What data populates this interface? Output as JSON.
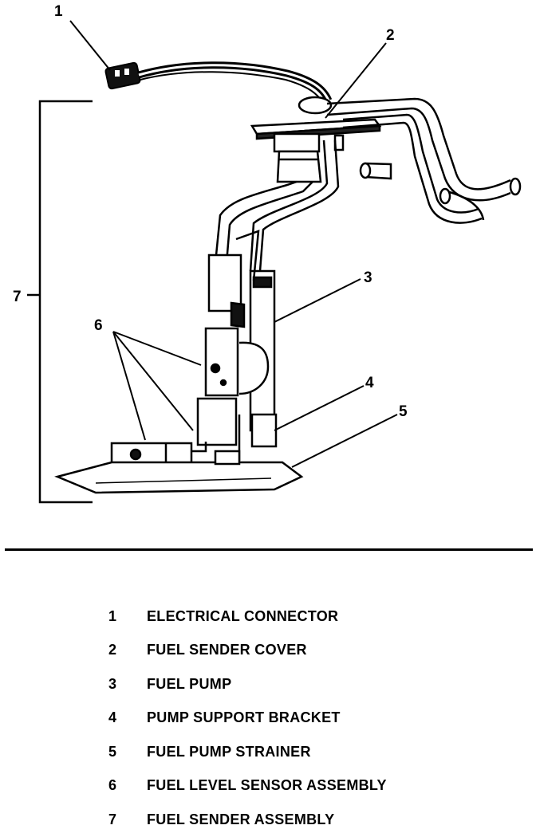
{
  "callouts": {
    "c1": "1",
    "c2": "2",
    "c3": "3",
    "c4": "4",
    "c5": "5",
    "c6": "6",
    "c7": "7"
  },
  "legend": [
    {
      "num": "1",
      "text": "ELECTRICAL CONNECTOR"
    },
    {
      "num": "2",
      "text": "FUEL SENDER COVER"
    },
    {
      "num": "3",
      "text": "FUEL PUMP"
    },
    {
      "num": "4",
      "text": "PUMP SUPPORT BRACKET"
    },
    {
      "num": "5",
      "text": "FUEL PUMP STRAINER"
    },
    {
      "num": "6",
      "text": "FUEL LEVEL SENSOR ASSEMBLY"
    },
    {
      "num": "7",
      "text": "FUEL SENDER ASSEMBLY"
    }
  ]
}
